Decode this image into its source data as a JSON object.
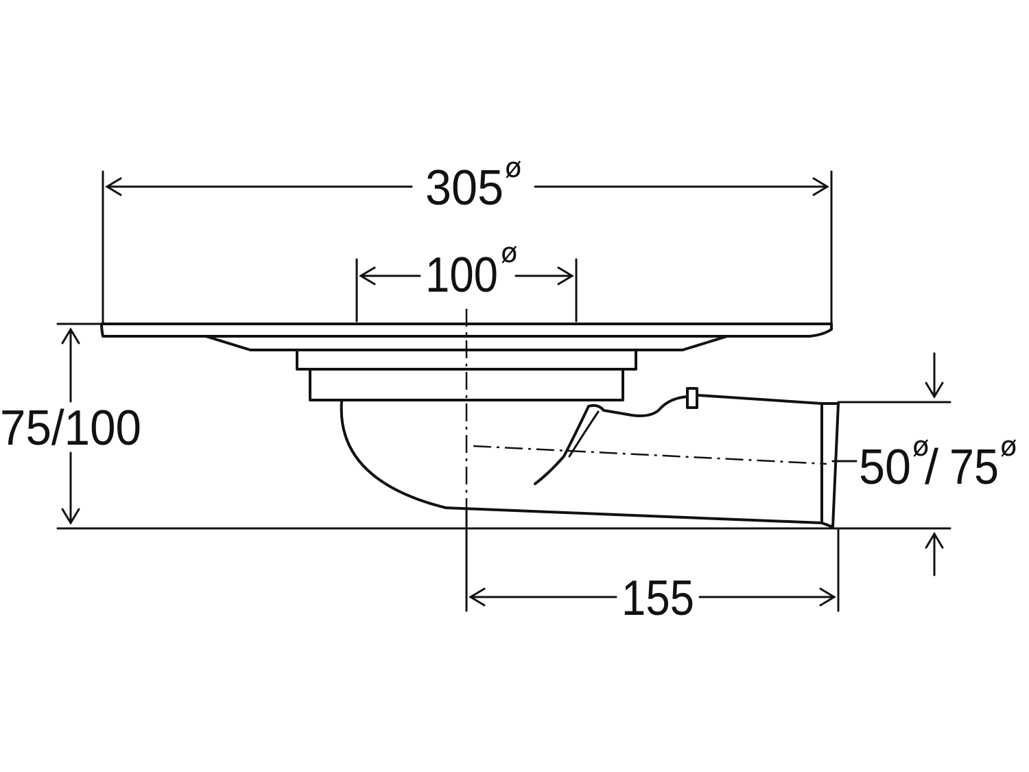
{
  "drawing": {
    "dimensions": {
      "outer_diameter": {
        "value": "305",
        "symbol": "ø"
      },
      "inner_diameter": {
        "value": "100",
        "symbol": "ø"
      },
      "height": {
        "value": "75/100"
      },
      "outlet_diameter": {
        "value_a": "50",
        "symbol_a": "ø",
        "separator": "/",
        "value_b": "75",
        "symbol_b": "ø"
      },
      "outlet_length": {
        "value": "155"
      }
    },
    "colors": {
      "line": "#111111",
      "background": "#ffffff"
    }
  }
}
